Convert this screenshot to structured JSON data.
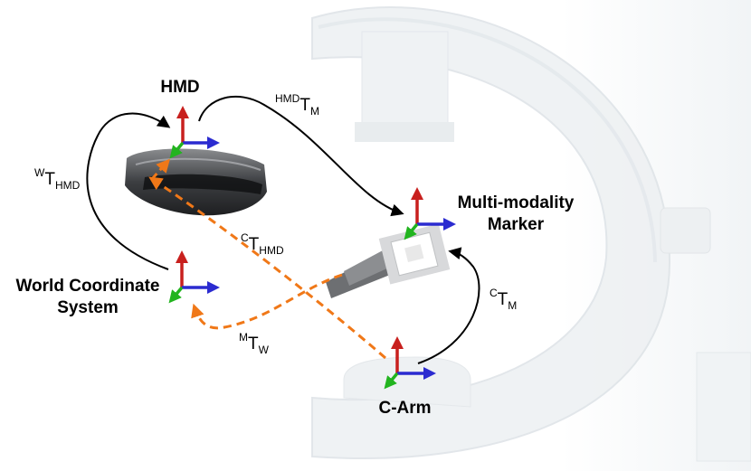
{
  "labels": {
    "hmd": "HMD",
    "marker_line1": "Multi-modality",
    "marker_line2": "Marker",
    "world_line1": "World Coordinate",
    "world_line2": "System",
    "carm": "C-Arm"
  },
  "transforms": {
    "w_t_hmd": {
      "sup": "W",
      "base": "T",
      "sub": "HMD"
    },
    "hmd_t_m": {
      "sup": "HMD",
      "base": "T",
      "sub": "M"
    },
    "c_t_hmd": {
      "sup": "C",
      "base": "T",
      "sub": "HMD"
    },
    "c_t_m": {
      "sup": "C",
      "base": "T",
      "sub": "M"
    },
    "m_t_w": {
      "sup": "M",
      "base": "T",
      "sub": "W"
    }
  },
  "colors": {
    "axis_x": "#2b2bd0",
    "axis_y": "#c8201e",
    "axis_z": "#22b41f",
    "solid_arrow": "#000000",
    "dashed_arrow": "#f07818",
    "device": "#e8ecef"
  }
}
